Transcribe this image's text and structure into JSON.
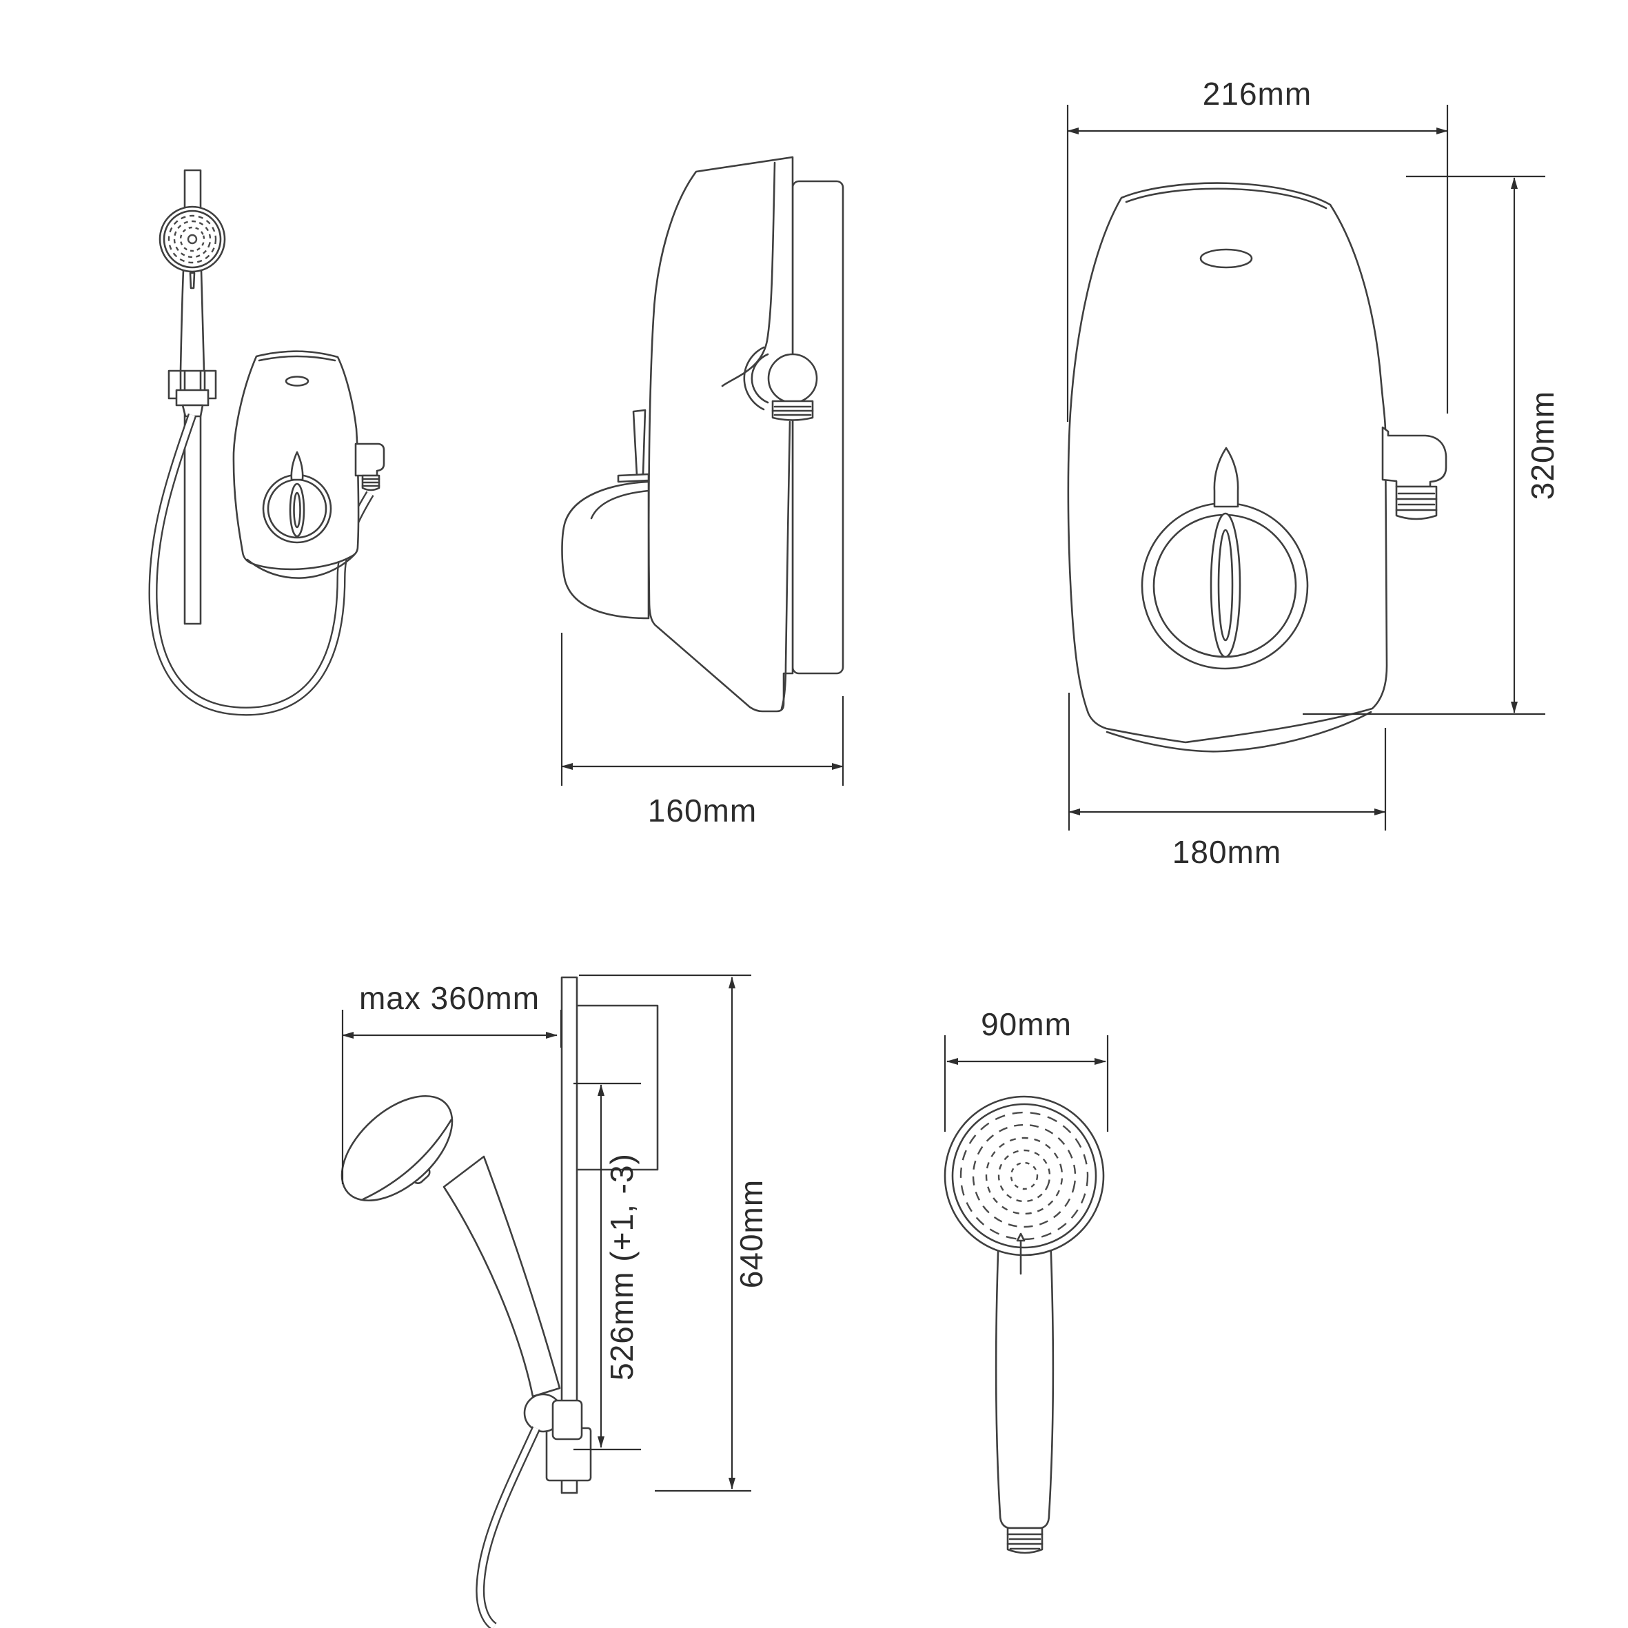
{
  "diagram": {
    "type": "product-dimension-drawing",
    "subject": "electric shower unit with riser rail kit and handset",
    "background_color": "#ffffff",
    "line_color": "#3f3f3f",
    "dimension_color": "#2e2e2e"
  },
  "views": {
    "assembly": {
      "name": "full-assembly-with-hose"
    },
    "side": {
      "name": "unit-side-profile",
      "depth_label": "160mm"
    },
    "front": {
      "name": "unit-front",
      "width_label": "216mm",
      "height_label": "320mm",
      "bottom_width_label": "180mm"
    },
    "rail_kit": {
      "name": "riser-rail-with-handset",
      "offset_label": "max 360mm",
      "bracket_span_label": "526mm (+1, -3)",
      "rail_length_label": "640mm"
    },
    "handset": {
      "name": "handset-face",
      "diameter_label": "90mm"
    }
  },
  "dimensions": {
    "front_width": "216mm",
    "front_height": "320mm",
    "side_depth": "160mm",
    "front_bottom_width": "180mm",
    "rail_max_offset": "max 360mm",
    "rail_bracket_span": "526mm (+1, -3)",
    "rail_length": "640mm",
    "handset_diameter": "90mm"
  }
}
